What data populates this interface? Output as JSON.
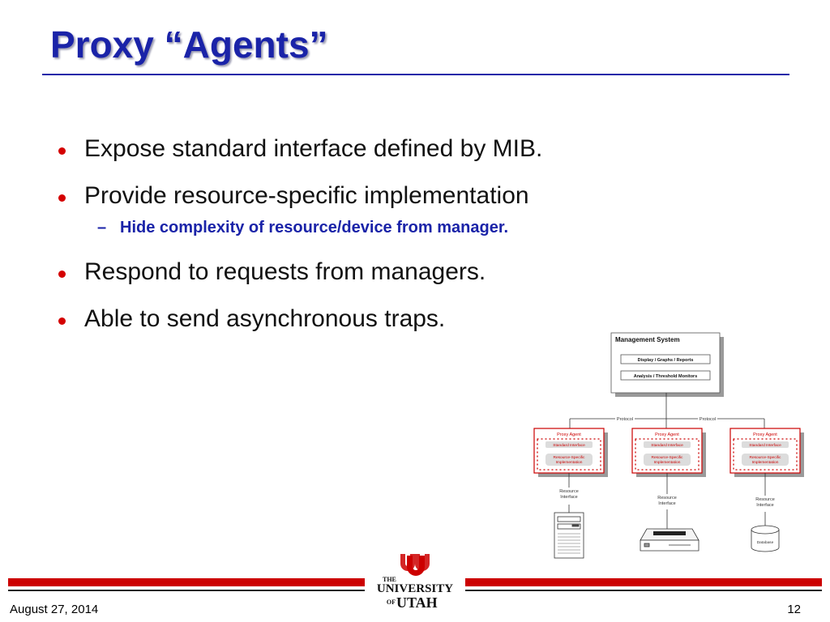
{
  "slide": {
    "title": "Proxy “Agents”",
    "bullets": [
      "Expose standard interface defined by MIB.",
      "Provide resource-specific implementation",
      "Respond to requests from managers.",
      "Able to send asynchronous traps."
    ],
    "sub_bullet": "Hide complexity of resource/device from manager."
  },
  "diagram": {
    "management_system": "Management System",
    "display_box": "Display / Graphs / Reports",
    "analysis_box": "Analysis / Threshold Monitors",
    "protocol_left": "Protocol",
    "protocol_right": "Protocol",
    "agent_title": "Proxy Agent",
    "standard_interface": "Standard Interface",
    "resource_specific_1": "Resource-Specific",
    "resource_specific_2": "Implementation",
    "resource_1": "Resource",
    "resource_2": "Interface",
    "database": "Database"
  },
  "footer": {
    "date": "August 27, 2014",
    "page": "12",
    "logo_the": "THE",
    "logo_university": "UNIVERSITY",
    "logo_of": "OF",
    "logo_utah": "UTAH"
  },
  "colors": {
    "title_blue": "#1a23a8",
    "bullet_red": "#d40000",
    "accent_red": "#cc0000"
  }
}
